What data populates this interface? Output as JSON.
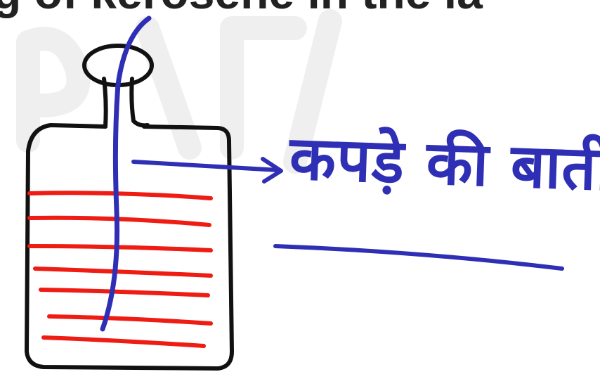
{
  "header_partial_text": "g of kerosene in the la",
  "label": {
    "text": "कपड़े की बाती"
  },
  "colors": {
    "ink_black": "#111111",
    "ink_blue": "#2f2fb5",
    "ink_red": "#ee1c12",
    "watermark": "#eeeeee"
  },
  "icons": {
    "watermark": "faded-logo-watermark"
  }
}
